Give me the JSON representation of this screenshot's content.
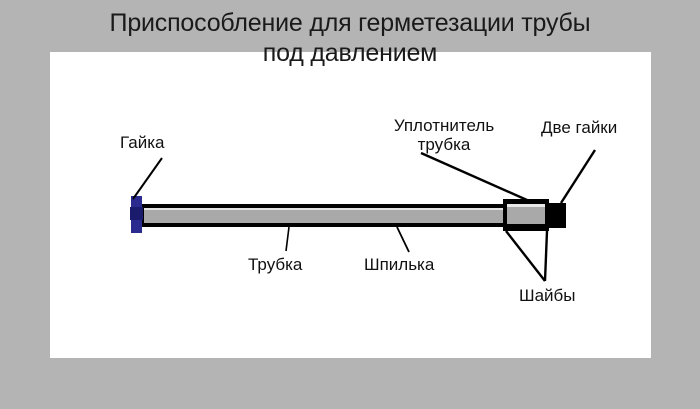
{
  "background_color": "#b4b4b4",
  "panel": {
    "background_color": "#ffffff"
  },
  "title": {
    "text": "Приспособление для герметезации трубы\nпод давлением",
    "color": "#1a1a1a"
  },
  "diagram": {
    "name": "pipe-pressure-sealing-tool-diagram",
    "colors": {
      "nut_blue": "#2b2b8f",
      "nut_blue_dark": "#1b1b6e",
      "tube_fill": "#a9a9a9",
      "tube_highlight": "#d8d8d8",
      "outline": "#000000",
      "nut_black": "#000000"
    },
    "labels": {
      "nut_left": "Гайка",
      "seal_tube": "Уплотнитель\nтрубка",
      "two_nuts": "Две гайки",
      "tube": "Трубка",
      "stud": "Шпилька",
      "washers": "Шайбы"
    }
  }
}
